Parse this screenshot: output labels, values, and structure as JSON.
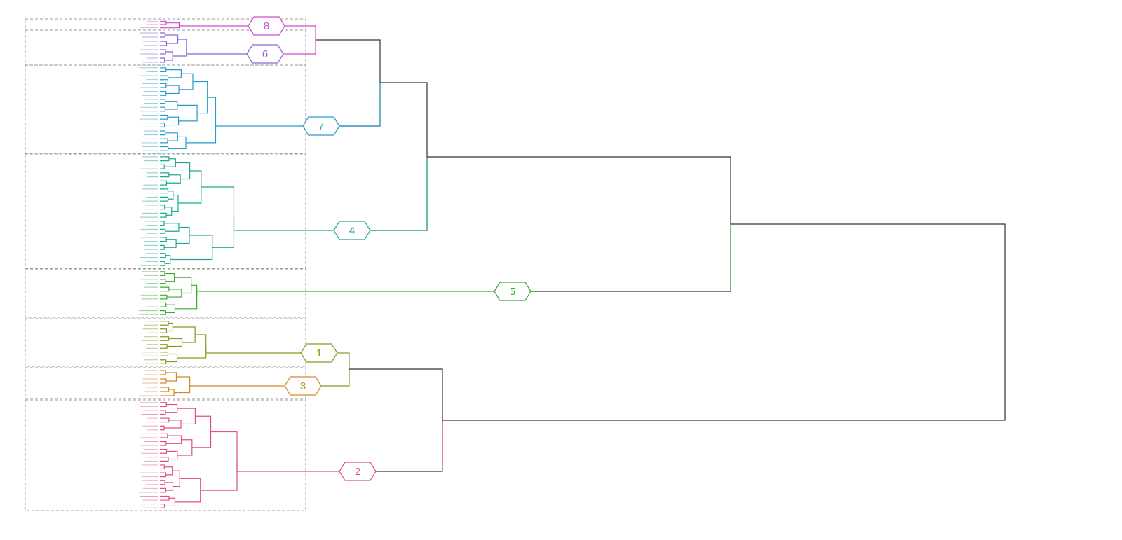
{
  "colors": {
    "background": "#ffffff",
    "box_border": "#9a9a9a",
    "trunk": "#333333"
  },
  "clusters": [
    {
      "id": "8",
      "label": "8",
      "color": "#cc4fc6"
    },
    {
      "id": "6",
      "label": "6",
      "color": "#8a63d2"
    },
    {
      "id": "7",
      "label": "7",
      "color": "#2a9bc8"
    },
    {
      "id": "4",
      "label": "4",
      "color": "#1fa694"
    },
    {
      "id": "5",
      "label": "5",
      "color": "#3aaa35"
    },
    {
      "id": "1",
      "label": "1",
      "color": "#8a9a22"
    },
    {
      "id": "3",
      "label": "3",
      "color": "#d08a2a"
    },
    {
      "id": "2",
      "label": "2",
      "color": "#e0527a"
    }
  ],
  "leaf_counts": {
    "8": 3,
    "6": 8,
    "7": 22,
    "4": 28,
    "5": 12,
    "1": 12,
    "3": 7,
    "2": 28
  }
}
